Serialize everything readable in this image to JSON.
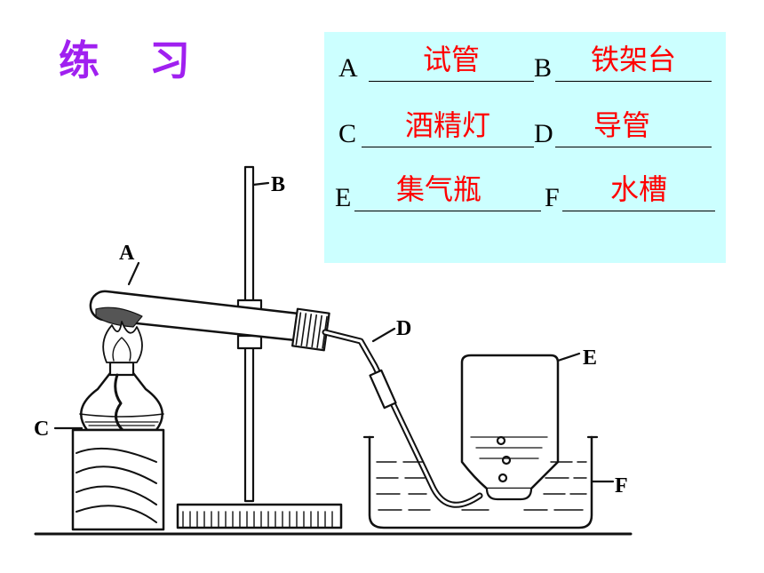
{
  "title": "练 习",
  "answers": [
    {
      "letter": "A",
      "text": "试管"
    },
    {
      "letter": "B",
      "text": "铁架台"
    },
    {
      "letter": "C",
      "text": "酒精灯"
    },
    {
      "letter": "D",
      "text": "导管"
    },
    {
      "letter": "E",
      "text": "集气瓶"
    },
    {
      "letter": "F",
      "text": "水槽"
    }
  ],
  "labels": {
    "a": "A",
    "b": "B",
    "c": "C",
    "d": "D",
    "e": "E",
    "f": "F"
  },
  "colors": {
    "title": "#a020f0",
    "answer": "#ff0000",
    "panel": "#ccffff"
  }
}
